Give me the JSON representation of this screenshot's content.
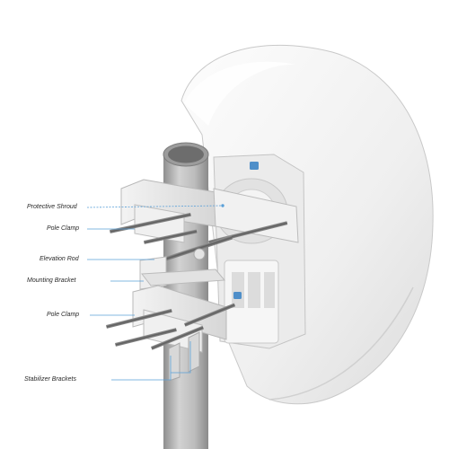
{
  "labels": {
    "protective_shroud": "Protective Shroud",
    "pole_clamp_upper": "Pole Clamp",
    "elevation_rod": "Elevation Rod",
    "mounting_bracket": "Mounting Bracket",
    "pole_clamp_lower": "Pole Clamp",
    "stabilizer_brackets": "Stabilizer Brackets"
  },
  "colors": {
    "callout_line": "#5aa0d8",
    "dish": "#f2f2f2",
    "metal": "#e6e6e6",
    "pole": "#b4b4b4",
    "rod": "#7c7c7c"
  },
  "icons": {
    "logo": "ubiquiti-u-icon"
  }
}
